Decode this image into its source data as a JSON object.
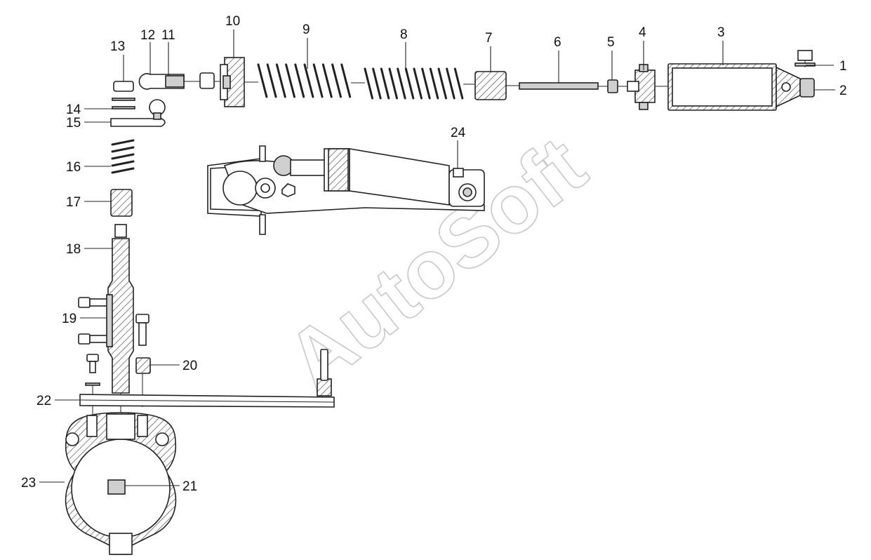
{
  "watermark": "AutoSoft",
  "callouts": [
    "1",
    "2",
    "3",
    "4",
    "5",
    "6",
    "7",
    "8",
    "9",
    "10",
    "11",
    "12",
    "13",
    "14",
    "15",
    "16",
    "17",
    "18",
    "19",
    "20",
    "21",
    "22",
    "23",
    "24"
  ]
}
